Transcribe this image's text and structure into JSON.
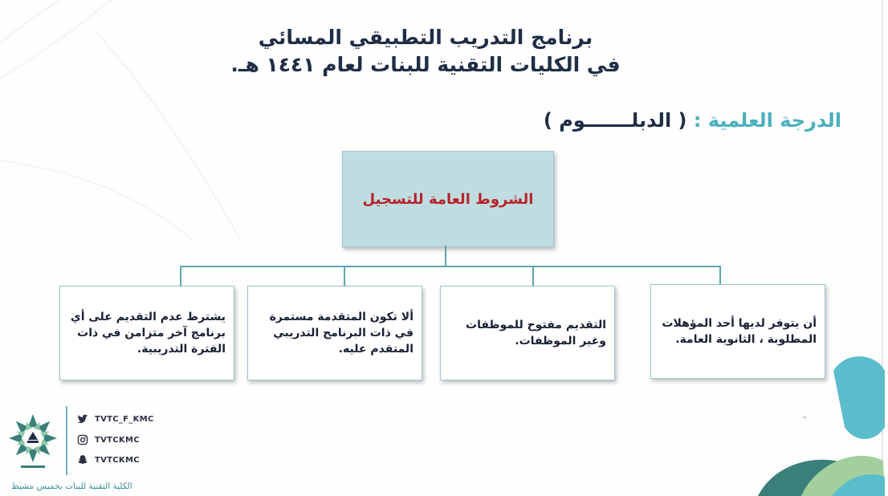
{
  "title": {
    "line1": "برنامج التدريب التطبيقي المسائي",
    "line2": "في الكليات التقنية للبنات لعام ١٤٤١ هـ."
  },
  "degree": {
    "label": "الدرجة العلمية : ",
    "value": "( الدبلـــــــوم )"
  },
  "chart": {
    "root_label": "الشروط العامة للتسجيل",
    "conditions": [
      "أن يتوفر لديها أحد المؤهلات المطلوبة ، الثانوية العامة.",
      "التقديم مفتوح للموظفات وغير الموظفات.",
      "ألا تكون المتقدمة مستمرة في ذات البرنامج التدريبي المتقدم عليه.",
      "يشترط عدم التقديم على أي برنامج آخر متزامن في ذات الفترة التدريبية."
    ]
  },
  "footer": {
    "social": [
      {
        "icon": "twitter-icon",
        "handle": "TVTC_F_KMC"
      },
      {
        "icon": "instagram-icon",
        "handle": "TVTCKMC"
      },
      {
        "icon": "snapchat-icon",
        "handle": "TVTCKMC"
      }
    ],
    "college_name": "الكلية التقنية للبنات بخميس مشيط"
  },
  "colors": {
    "title": "#1f2d46",
    "accent_teal": "#4bb0bd",
    "root_fill": "#bfdde0",
    "root_text": "#b8232a",
    "connector": "#5aa7b0",
    "deco_teal_light": "#5bbccc",
    "deco_teal_dark": "#3a7f7a",
    "deco_green": "#a3cf9e"
  }
}
